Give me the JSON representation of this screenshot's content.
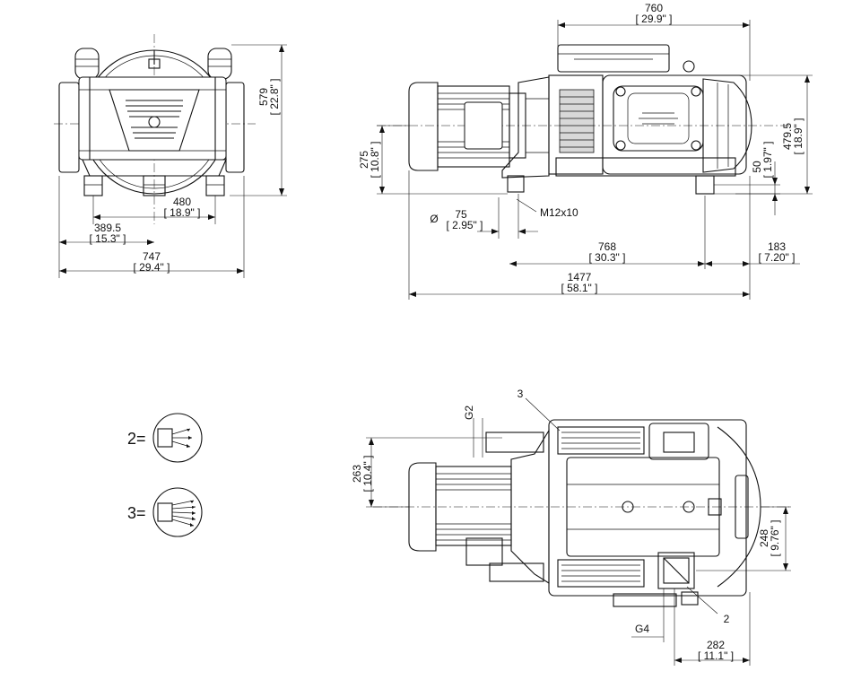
{
  "dimensions": {
    "front_height_mm": "579",
    "front_height_in": "22.8\"",
    "front_foot_span_mm": "480",
    "front_foot_span_in": "18.9\"",
    "front_center_mm": "389.5",
    "front_center_in": "15.3\"",
    "front_width_mm": "747",
    "front_width_in": "29.4\"",
    "side_top_mm": "760",
    "side_top_in": "29.9\"",
    "side_axis_mm": "275",
    "side_axis_in": "10.8\"",
    "side_foot_mm": "50",
    "side_foot_in": "1.97\"",
    "side_height_mm": "479.5",
    "side_height_in": "18.9\"",
    "hole_dia_mm": "75",
    "hole_dia_in": "2.95\"",
    "thread_label": "M12x10",
    "diameter_symbol": "Ø",
    "foot_pitch_mm": "768",
    "foot_pitch_in": "30.3\"",
    "rear_offset_mm": "183",
    "rear_offset_in": "7.20\"",
    "total_length_mm": "1477",
    "total_length_in": "58.1\"",
    "top_inlet_offset_mm": "263",
    "top_inlet_offset_in": "10.4\"",
    "top_outlet_offset_mm": "248",
    "top_outlet_offset_in": "9.76\"",
    "top_rear_mm": "282",
    "top_rear_in": "11.1\""
  },
  "labels": {
    "g2": "G2",
    "g4": "G4",
    "callout_3": "3",
    "callout_2": "2"
  },
  "legend": {
    "item_2": "2=",
    "item_3": "3="
  }
}
